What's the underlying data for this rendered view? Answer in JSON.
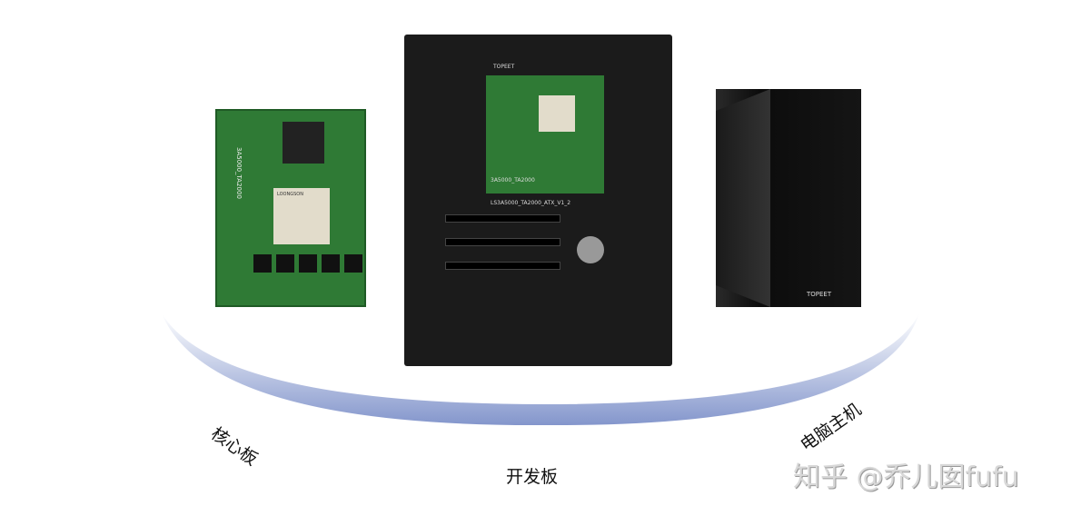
{
  "labels": {
    "core_board": "核心板",
    "dev_board": "开发板",
    "pc_host": "电脑主机"
  },
  "core_board": {
    "module_label": "3A5000_TA2000",
    "chip_brand": "LOONGSON"
  },
  "dev_board": {
    "board_label": "LS3A5000_TA2000_ATX_V1_2",
    "module_label": "3A5000_TA2000",
    "brand": "TOPEET"
  },
  "pc_host": {
    "brand": "TOPEET"
  },
  "watermark": "知乎 @乔儿囡fufu",
  "colors": {
    "arc": "#8496cc",
    "board_green": "#2f7a35",
    "board_black": "#1b1b1b"
  }
}
